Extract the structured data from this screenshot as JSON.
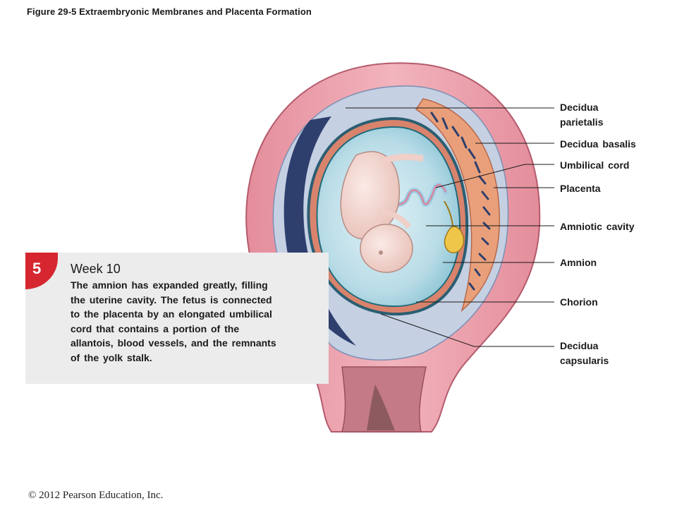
{
  "figure": {
    "title": "Figure 29-5  Extraembryonic Membranes and Placenta Formation"
  },
  "step": {
    "number": "5",
    "title": "Week 10",
    "description": "The amnion has expanded greatly, filling the uterine cavity. The fetus is connected  to the placenta by an elongated umbilical cord that contains a portion of the allantois, blood vessels, and the remnants of the yolk stalk."
  },
  "labels": {
    "decidua_parietalis": "Decidua parietalis",
    "decidua_basalis": "Decidua  basalis",
    "umbilical_cord": "Umbilical cord",
    "placenta": "Placenta",
    "amniotic_cavity": "Amniotic cavity",
    "amnion": "Amnion",
    "chorion": "Chorion",
    "decidua_capsularis": "Decidua capsularis"
  },
  "colors": {
    "uterine_wall": "#e79aa6",
    "decidua": "#bcc8dc",
    "chorion_band": "#2e3f6e",
    "amniotic_fluid": "#bfe0ea",
    "fetus": "#f3d6cf",
    "step_tab": "#d6262f",
    "yolk_sac": "#f0c64a"
  },
  "footer": {
    "copyright": "© 2012 Pearson Education, Inc."
  }
}
